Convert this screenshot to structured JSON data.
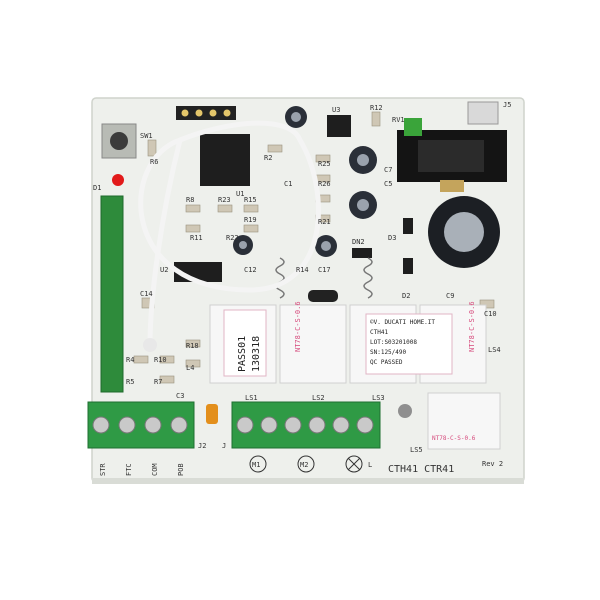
{
  "board": {
    "model_line": "CTH41  CTR41",
    "rev": "Rev 2"
  },
  "terminals_left": [
    "STR",
    "FTC",
    "COM",
    "POB"
  ],
  "terminals_right": [
    "M1",
    "M2",
    "L"
  ],
  "connector_labels": {
    "j2": "J2",
    "j1": "J",
    "j5": "J5",
    "ls5": "LS5"
  },
  "relay_labels": [
    "LS1",
    "LS2",
    "LS3",
    "LS4"
  ],
  "relay_marking": "NT78-C-S-0.6",
  "sticker_passo": {
    "line1": "PASS01",
    "line2": "130318"
  },
  "sticker_qc": {
    "line1": "©V. DUCATI HOME.IT",
    "line2": "CTH41",
    "line3": "LOT:S03201008",
    "line4": "SN:125/490",
    "line5": "QC PASSED"
  },
  "refs": [
    "SW1",
    "D1",
    "R6",
    "U1",
    "U2",
    "U3",
    "R2",
    "R12",
    "RV1",
    "R25",
    "R26",
    "R19",
    "R21",
    "R23",
    "R15",
    "R8",
    "R11",
    "R22",
    "R14",
    "C1",
    "C5",
    "C7",
    "C9",
    "C10",
    "C12",
    "C14",
    "C17",
    "D2",
    "D3",
    "DN2",
    "R4",
    "R5",
    "R7",
    "R10",
    "R18",
    "L4",
    "C3"
  ],
  "colors": {
    "pcb": "#eef0ec",
    "terminal": "#2f9a45",
    "relay": "#f7f7f7",
    "antenna": "#2e8b3b"
  }
}
